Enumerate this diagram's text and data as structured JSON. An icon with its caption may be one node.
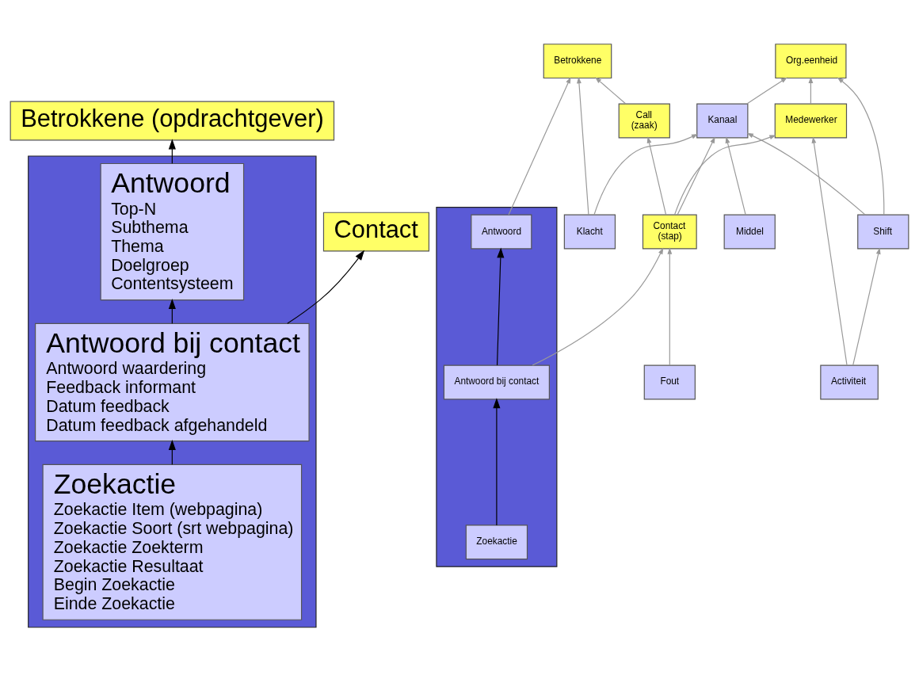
{
  "diagram": {
    "nodes": [
      {
        "text": [
          "Betrokkene (opdrachtgever)"
        ]
      },
      {
        "text": [],
        "shape": "box"
      },
      {
        "text": [
          "Antwoord",
          "Top-N",
          "Subthema",
          "Thema",
          "Doelgroep",
          "Contentsysteem"
        ],
        "in": 1
      },
      {
        "text": [
          "Contact"
        ]
      },
      {
        "text": [
          "Antwoord bij contact",
          "Antwoord waardering",
          "Feedback informant",
          "Datum feedback",
          "Datum feedback afgehandeld"
        ],
        "in": 1
      },
      {
        "text": [
          "Zoekactie",
          "Zoekactie Item (webpagina)",
          "Zoekactie Soort (srt webpagina)",
          "Zoekactie Zoekterm",
          "Zoekactie Resultaat",
          "Begin Zoekactie",
          "Einde Zoekactie"
        ],
        "in": 1
      },
      {
        "text": [
          "Klacht"
        ]
      },
      {
        "text": [
          "Org.eenheid"
        ]
      },
      {
        "text": [
          "Middel"
        ]
      },
      {
        "text": [
          "Betrokkene"
        ]
      },
      {
        "text": [
          "Shift"
        ]
      },
      {
        "text": [
          "Kanaal"
        ]
      },
      {
        "text": [
          "Call",
          "(zaak)"
        ]
      },
      {
        "text": [],
        "shape": "box"
      },
      {
        "text": [
          "Antwoord"
        ],
        "in": 13
      },
      {
        "text": [
          "Activiteit"
        ]
      },
      {
        "text": [
          "Contact",
          "(stap)"
        ]
      },
      {
        "text": [
          "Antwoord bij contact"
        ],
        "in": 13
      },
      {
        "text": [
          "Medewerker"
        ]
      },
      {
        "text": [
          "Fout"
        ]
      },
      {
        "text": [
          "Zoekactie"
        ],
        "in": 13
      }
    ],
    "edges": [
      {
        "from": 2,
        "to": 0,
        "arrow": "to",
        "color": "#000000"
      },
      {
        "from": 4,
        "to": 2,
        "arrow": "to",
        "color": "#000000"
      },
      {
        "from": 4,
        "to": 3,
        "arrow": "to",
        "color": "#000000"
      },
      {
        "from": 5,
        "to": 4,
        "arrow": "to",
        "color": "#000000"
      },
      {
        "from": 6,
        "to": 9,
        "arrow": "to"
      },
      {
        "from": 6,
        "to": 11,
        "arrow": "to"
      },
      {
        "from": 11,
        "to": 7,
        "arrow": "to"
      },
      {
        "from": 8,
        "to": 11,
        "arrow": "to"
      },
      {
        "from": 10,
        "to": 7,
        "arrow": "to"
      },
      {
        "from": 10,
        "to": 11,
        "arrow": "to"
      },
      {
        "from": 18,
        "to": 7,
        "arrow": "to"
      },
      {
        "from": 15,
        "to": 10,
        "arrow": "to"
      },
      {
        "from": 15,
        "to": 18,
        "arrow": "to"
      },
      {
        "from": 12,
        "to": 9,
        "arrow": "to"
      },
      {
        "from": 16,
        "to": 12,
        "arrow": "to"
      },
      {
        "from": 16,
        "to": 11,
        "arrow": "to"
      },
      {
        "from": 16,
        "to": 18,
        "arrow": "to"
      },
      {
        "from": 19,
        "to": 16,
        "arrow": "to"
      },
      {
        "from": 14,
        "to": 9,
        "arrow": "to"
      },
      {
        "from": 17,
        "to": 16,
        "arrow": "to"
      },
      {
        "from": 17,
        "to": 14,
        "arrow": "to",
        "color": "#000000"
      },
      {
        "from": 20,
        "to": 17,
        "arrow": "to",
        "color": "#000000"
      }
    ]
  }
}
